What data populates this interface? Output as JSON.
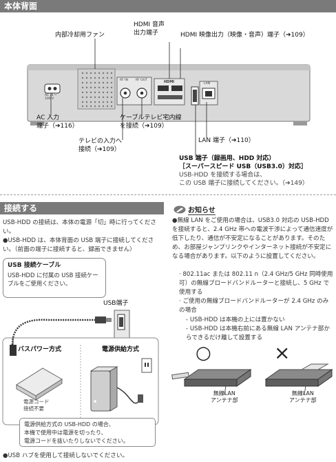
{
  "section1": {
    "title": "本体背面",
    "labels": {
      "fan": "内部冷却用ファン",
      "hdmi_audio": "HDMI 音声\n出力端子",
      "hdmi_video": "HDMI 映像出力（映像・音声）端子（➔109）",
      "ac": "AC 入力\n端子（➔116）",
      "cable": "ケーブルテレビ宅内線\nを接続（➔109）",
      "tv_in": "テレビの入力へ\n接続（➔109）",
      "lan": "LAN 端子（➔110）",
      "usb_title": "USB 端子（録画用、HDD 対応）",
      "usb_subtitle": "［スーパースピード USB（USB3.0）対応］",
      "usb_note": "USB-HDD を接続する場合は、\nこの USB 端子に接続してください。（➔149）"
    },
    "panel_labels": {
      "ac_small": "AC IN ~\n100 V",
      "rf_in": "RF IN",
      "rf_out": "RF OUT",
      "hdmi": "HDMI",
      "lan": "LAN"
    }
  },
  "section2": {
    "title": "接続する",
    "intro": "USB-HDD の接続は、本体の電源「切」時に行ってください。",
    "bullet": "●USB-HDD は、本体背面の USB 端子に接続してください。（前面の端子に接続すると、録画できません）",
    "cable_box_title": "USB 接続ケーブル",
    "cable_box_text": "USB-HDD に付属の USB 接続ケーブルをご使用ください。",
    "usb_port_label": "USB端子",
    "bus_power_title": "バスパワー方式",
    "bus_power_note": "電源コード\n接続不要",
    "ac_power_title": "電源供給方式",
    "note_box": "電源供給方式の USB-HDD の場合、\n本機で使用中は電源を切ったり、\n電源コードを抜いたりしないでください。",
    "footer": "●USB ハブを使用して接続しないでください。"
  },
  "notice": {
    "title": "お知らせ",
    "p1": "●無線 LAN をご使用の場合は、USB3.0 対応の USB-HDD を接続すると、2.4 GHz 帯への電波干渉によって通信速度が低下したり、通信が不安定になることがあります。そのため、お部屋ジャンプリンクやインターネット接続が不安定になる場合があります。以下のように設置してください。",
    "p2": "· 802.11ac または 802.11 n（2.4 GHz/5 GHz 同時使用可）の無線ブロードバンドルーターと接続し、5 GHz で使用する",
    "p3": "· ご使用の無線ブロードバンドルーターが 2.4 GHz のみの場合",
    "p4": "- USB-HDD は本機の上には置かない",
    "p5": "- USB-HDD は本機右前にある無線 LAN アンテナ部からできるだけ離して設置する",
    "good_mark": "○",
    "bad_mark": "×",
    "good_caption": "無線LAN\nアンテナ部",
    "bad_caption": "無線LAN\nアンテナ部"
  }
}
